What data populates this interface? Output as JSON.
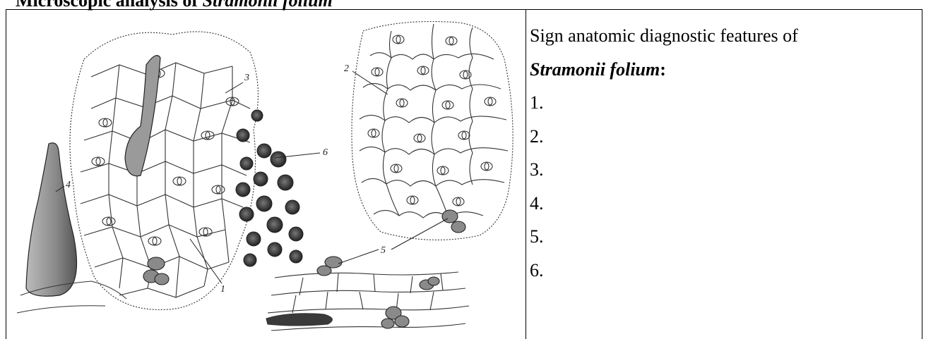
{
  "header": {
    "prefix": "Microscopic analysis of ",
    "name": "Stramonii folium"
  },
  "figure": {
    "labels": [
      "1",
      "2",
      "3",
      "4",
      "5",
      "6"
    ]
  },
  "features": {
    "intro": "Sign anatomic diagnostic features of",
    "species": "Stramonii folium",
    "colon": ":",
    "items": [
      "1.",
      "2.",
      "3.",
      "4.",
      "5.",
      "6."
    ]
  }
}
